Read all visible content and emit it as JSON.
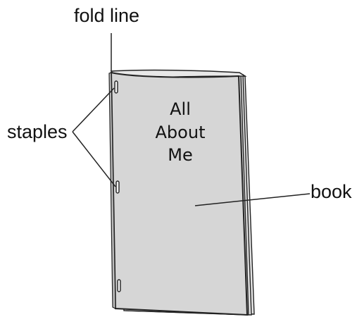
{
  "labels": {
    "fold_line": "fold line",
    "staples": "staples",
    "book": "book"
  },
  "cover": {
    "line1": "All",
    "line2": "About",
    "line3": "Me"
  },
  "colors": {
    "cover": "#d6d6d6",
    "pages": "#e4e4e4",
    "outline": "#222222"
  },
  "icons": [
    "staple-icon"
  ]
}
